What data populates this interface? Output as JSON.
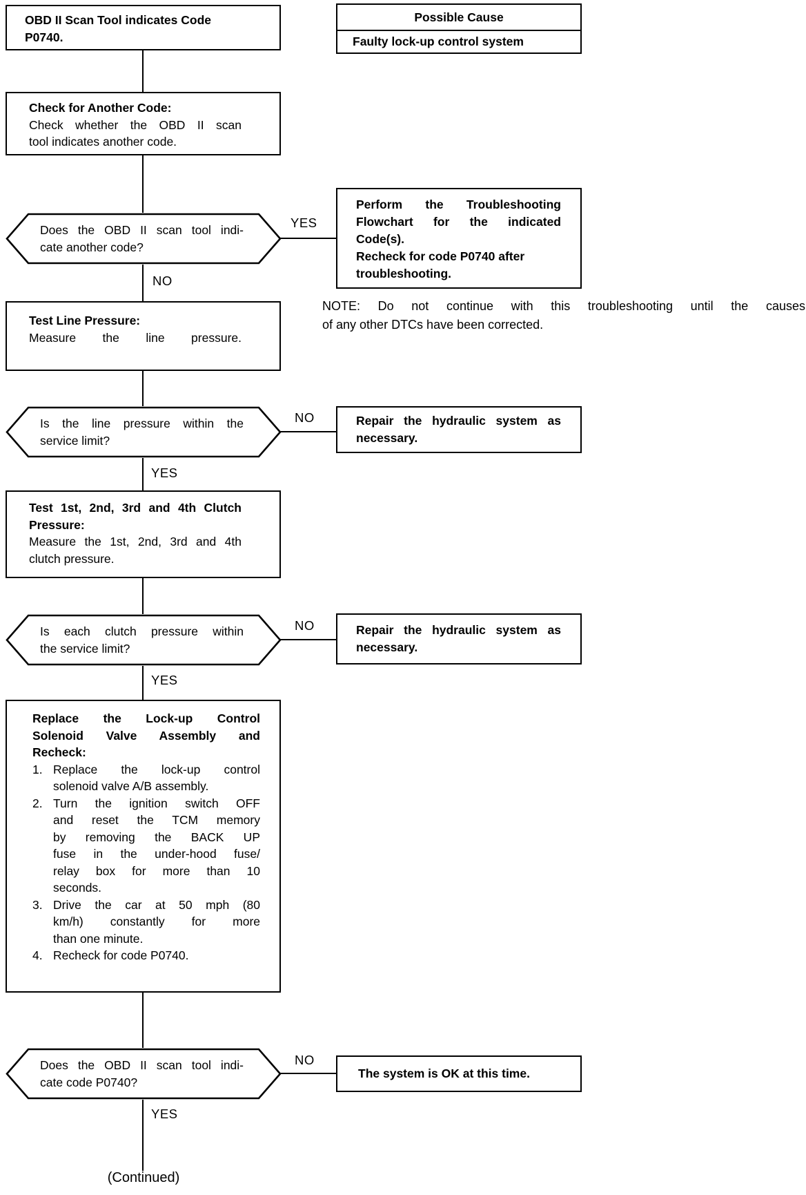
{
  "page": {
    "background": "#ffffff",
    "ink": "#000000"
  },
  "table": {
    "header": "Possible Cause",
    "row": "Faulty lock-up control system"
  },
  "nodes": {
    "start": {
      "lines": [
        "OBD II Scan Tool indicates Code",
        "P0740."
      ]
    },
    "check": {
      "lines": [
        "Check for Another Code:",
        "Check whether the OBD II scan",
        "tool indicates another code."
      ]
    },
    "decision_another": {
      "lines": [
        "Does the OBD II scan tool indi-",
        "cate another code?"
      ]
    },
    "perform": {
      "lines": [
        "Perform the Troubleshooting",
        "Flowchart for the indicated",
        "Code(s).",
        "Recheck for code P0740 after",
        "troubleshooting."
      ]
    },
    "note": {
      "lines": [
        "NOTE: Do not continue with this troubleshooting until the causes",
        "of any other DTCs have been corrected."
      ]
    },
    "test_line": {
      "lines": [
        "Test Line Pressure:",
        "Measure the line pressure."
      ]
    },
    "decision_line": {
      "lines": [
        "Is the line pressure within the",
        "service limit?"
      ]
    },
    "repair1": {
      "lines": [
        "Repair the hydraulic system as",
        "necessary."
      ]
    },
    "test_clutch": {
      "lines": [
        "Test 1st, 2nd, 3rd and 4th Clutch",
        "Pressure:",
        "Measure the 1st, 2nd, 3rd and 4th",
        "clutch pressure."
      ]
    },
    "decision_clutch": {
      "lines": [
        "Is each clutch pressure within",
        "the service limit?"
      ]
    },
    "repair2": {
      "lines": [
        "Repair the hydraulic system as",
        "necessary."
      ]
    },
    "replace": {
      "title_lines": [
        "Replace the Lock-up Control",
        "Solenoid Valve Assembly and",
        "Recheck:"
      ],
      "items": [
        {
          "num": "1.",
          "lines": [
            "Replace the lock-up control",
            "solenoid valve A/B assembly."
          ]
        },
        {
          "num": "2.",
          "lines": [
            "Turn the ignition switch OFF",
            "and reset the TCM memory",
            "by removing the BACK UP",
            "fuse in the under-hood fuse/",
            "relay box for more than 10",
            "seconds."
          ]
        },
        {
          "num": "3.",
          "lines": [
            "Drive the car at 50 mph (80",
            "km/h) constantly for more",
            "than one minute."
          ]
        },
        {
          "num": "4.",
          "lines": [
            "Recheck for code P0740."
          ]
        }
      ]
    },
    "decision_p0740": {
      "lines": [
        "Does the OBD II scan tool indi-",
        "cate code P0740?"
      ]
    },
    "ok": {
      "lines": [
        "The system is OK at this time."
      ]
    }
  },
  "labels": {
    "yes": "YES",
    "no": "NO",
    "continued": "(Continued)"
  }
}
